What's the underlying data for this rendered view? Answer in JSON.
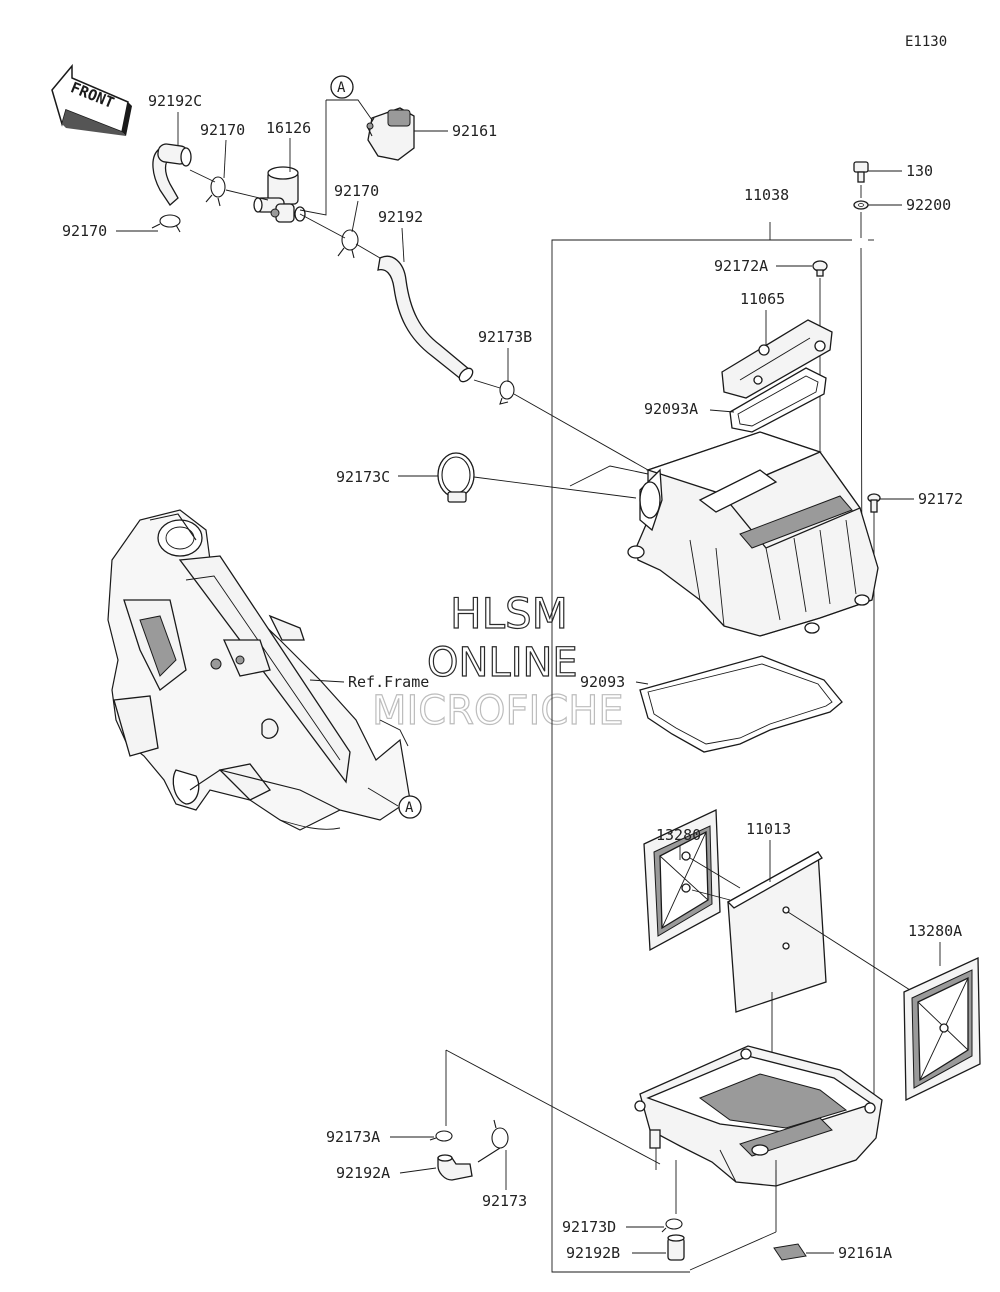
{
  "diagram_code": "E1130",
  "front_label": "FRONT",
  "ref_frame_label": "Ref.Frame",
  "callout_a": "A",
  "watermark": {
    "line1": "HLSM",
    "line2": "ONLINE",
    "line3": "MICROFICHE"
  },
  "parts": {
    "p92192C": "92192C",
    "p92170_top": "92170",
    "p16126": "16126",
    "p92161": "92161",
    "p92170_left": "92170",
    "p92170_mid": "92170",
    "p92192": "92192",
    "p92173B": "92173B",
    "p92173C": "92173C",
    "p130": "130",
    "p92200": "92200",
    "p11038": "11038",
    "p92172A": "92172A",
    "p11065": "11065",
    "p92093A": "92093A",
    "p92172": "92172",
    "p92093": "92093",
    "p13280": "13280",
    "p11013": "11013",
    "p13280A": "13280A",
    "p92173A": "92173A",
    "p92192A": "92192A",
    "p92173": "92173",
    "p92173D": "92173D",
    "p92192B": "92192B",
    "p92161A": "92161A"
  }
}
